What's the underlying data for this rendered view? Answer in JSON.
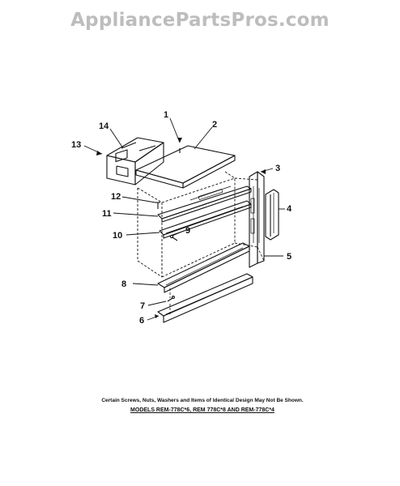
{
  "watermark": "AppliancePartsPros.com",
  "callouts": {
    "c1": "1",
    "c2": "2",
    "c3": "3",
    "c4": "4",
    "c5": "5",
    "c6": "6",
    "c7": "7",
    "c8": "8",
    "c9": "9",
    "c10": "10",
    "c11": "11",
    "c12": "12",
    "c13": "13",
    "c14": "14"
  },
  "footer": {
    "note": "Certain Screws, Nuts, Washers and Items of Identical Design May Not Be Shown.",
    "models": "MODELS REM-778C*6, REM 778C*8 AND REM-778C*4"
  }
}
